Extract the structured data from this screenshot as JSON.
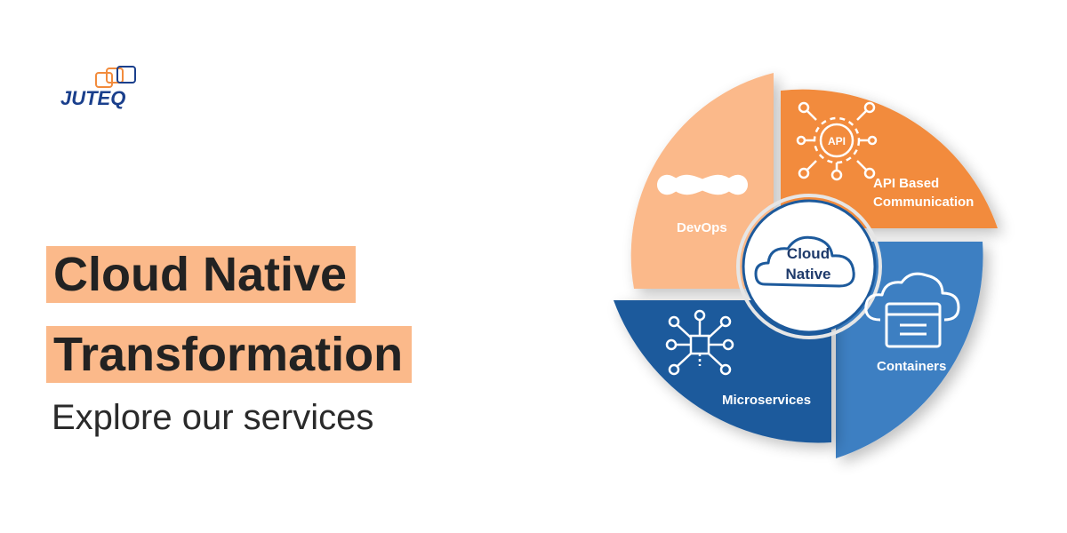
{
  "brand": {
    "name": "JUTEQ",
    "colors": {
      "navy": "#1a3f8c",
      "orange": "#f28b3c",
      "peach": "#fbb98a",
      "blue": "#3d7fc2",
      "dark_blue": "#1d5a9c"
    }
  },
  "headline": {
    "line1": "Cloud Native",
    "line2": "Transformation",
    "subtitle": "Explore our services"
  },
  "diagram": {
    "center": {
      "line1": "Cloud",
      "line2": "Native",
      "icon": "cloud-icon"
    },
    "segments": [
      {
        "label": "DevOps",
        "icon": "infinity-icon",
        "color": "#fbb98a"
      },
      {
        "label_line1": "API Based",
        "label_line2": "Communication",
        "icon": "api-gear-icon",
        "color": "#f28b3c"
      },
      {
        "label": "Containers",
        "icon": "container-cloud-icon",
        "color": "#3d7fc2"
      },
      {
        "label": "Microservices",
        "icon": "network-cube-icon",
        "color": "#1d5a9c"
      }
    ]
  }
}
